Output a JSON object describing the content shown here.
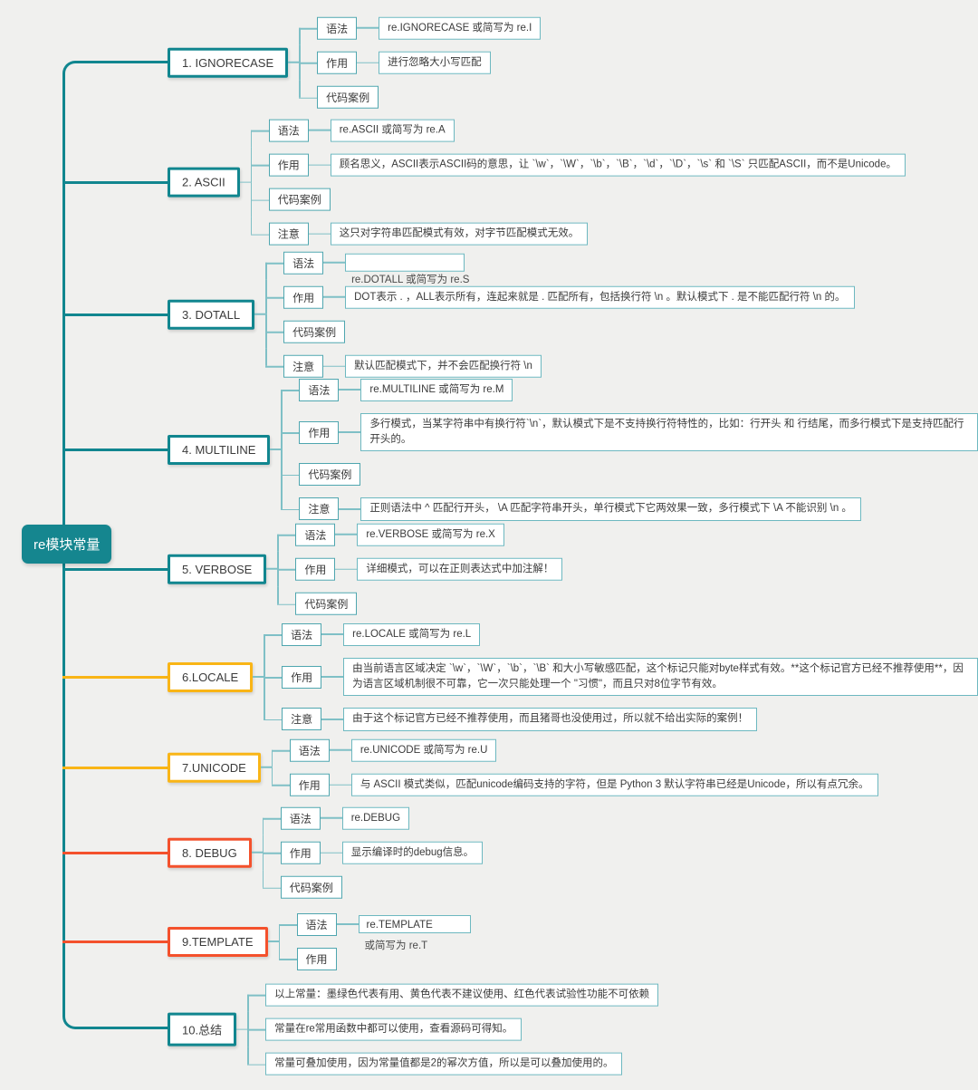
{
  "root": {
    "label": "re模块常量"
  },
  "palette": {
    "useful_teal": "#11868f",
    "not_recommended_yellow": "#f9b516",
    "experimental_orange": "#f4512c",
    "connector_light_teal": "#7fc0c6",
    "background": "#f0f0ee"
  },
  "branches": [
    {
      "label": "1. IGNORECASE",
      "color": "teal",
      "children": [
        {
          "key": "语法",
          "value": "re.IGNORECASE 或简写为 re.I"
        },
        {
          "key": "作用",
          "value": "进行忽略大小写匹配"
        },
        {
          "key": "代码案例"
        }
      ]
    },
    {
      "label": "2. ASCII",
      "color": "teal",
      "children": [
        {
          "key": "语法",
          "value": "re.ASCII 或简写为 re.A"
        },
        {
          "key": "作用",
          "value": "顾名思义，ASCII表示ASCII码的意思，让 `\\w`，`\\W`，`\\b`，`\\B`，`\\d`，`\\D`，`\\s` 和 `\\S` 只匹配ASCII，而不是Unicode。"
        },
        {
          "key": "代码案例"
        },
        {
          "key": "注意",
          "value": "这只对字符串匹配模式有效，对字节匹配模式无效。"
        }
      ]
    },
    {
      "label": "3. DOTALL",
      "color": "teal",
      "children": [
        {
          "key": "语法",
          "below": "re.DOTALL 或简写为 re.S"
        },
        {
          "key": "作用",
          "value": "DOT表示 . ，ALL表示所有，连起来就是 . 匹配所有，包括换行符 \\n 。默认模式下 . 是不能匹配行符 \\n 的。"
        },
        {
          "key": "代码案例"
        },
        {
          "key": "注意",
          "value": "默认匹配模式下，并不会匹配换行符 \\n"
        }
      ]
    },
    {
      "label": "4. MULTILINE",
      "color": "teal",
      "children": [
        {
          "key": "语法",
          "value": "re.MULTILINE 或简写为 re.M"
        },
        {
          "key": "作用",
          "value": "多行模式，当某字符串中有换行符`\\n`，默认模式下是不支持换行符特性的，比如：行开头 和 行结尾，而多行模式下是支持匹配行开头的。"
        },
        {
          "key": "代码案例"
        },
        {
          "key": "注意",
          "value": "正则语法中 ^ 匹配行开头， \\A 匹配字符串开头，单行模式下它两效果一致，多行模式下 \\A 不能识别 \\n 。"
        }
      ]
    },
    {
      "label": "5. VERBOSE",
      "color": "teal",
      "children": [
        {
          "key": "语法",
          "value": "re.VERBOSE 或简写为 re.X"
        },
        {
          "key": "作用",
          "value": "详细模式，可以在正则表达式中加注解！"
        },
        {
          "key": "代码案例"
        }
      ]
    },
    {
      "label": "6.LOCALE",
      "color": "yellow",
      "children": [
        {
          "key": "语法",
          "value": "re.LOCALE 或简写为 re.L"
        },
        {
          "key": "作用",
          "value": "由当前语言区域决定 `\\w`，`\\W`，`\\b`，`\\B` 和大小写敏感匹配，这个标记只能对byte样式有效。**这个标记官方已经不推荐使用**，因为语言区域机制很不可靠，它一次只能处理一个 \"习惯\"，而且只对8位字节有效。"
        },
        {
          "key": "注意",
          "value": "由于这个标记官方已经不推荐使用，而且猪哥也没使用过，所以就不给出实际的案例！"
        }
      ]
    },
    {
      "label": "7.UNICODE",
      "color": "yellow",
      "children": [
        {
          "key": "语法",
          "value": "re.UNICODE 或简写为 re.U"
        },
        {
          "key": "作用",
          "value": "与 ASCII 模式类似，匹配unicode编码支持的字符，但是 Python 3 默认字符串已经是Unicode，所以有点冗余。"
        }
      ]
    },
    {
      "label": "8. DEBUG",
      "color": "orange",
      "children": [
        {
          "key": "语法",
          "value": "re.DEBUG"
        },
        {
          "key": "作用",
          "value": "显示编译时的debug信息。"
        },
        {
          "key": "代码案例"
        }
      ]
    },
    {
      "label": "9.TEMPLATE",
      "color": "orange",
      "children": [
        {
          "key": "语法",
          "value": "re.TEMPLATE",
          "below": "或简写为 re.T"
        },
        {
          "key": "作用"
        }
      ]
    },
    {
      "label": "10.总结",
      "color": "teal",
      "children": [
        {
          "value": "以上常量：墨绿色代表有用、黄色代表不建议使用、红色代表试验性功能不可依赖"
        },
        {
          "value": "常量在re常用函数中都可以使用，查看源码可得知。"
        },
        {
          "value": "常量可叠加使用，因为常量值都是2的幂次方值，所以是可以叠加使用的。"
        }
      ]
    }
  ]
}
